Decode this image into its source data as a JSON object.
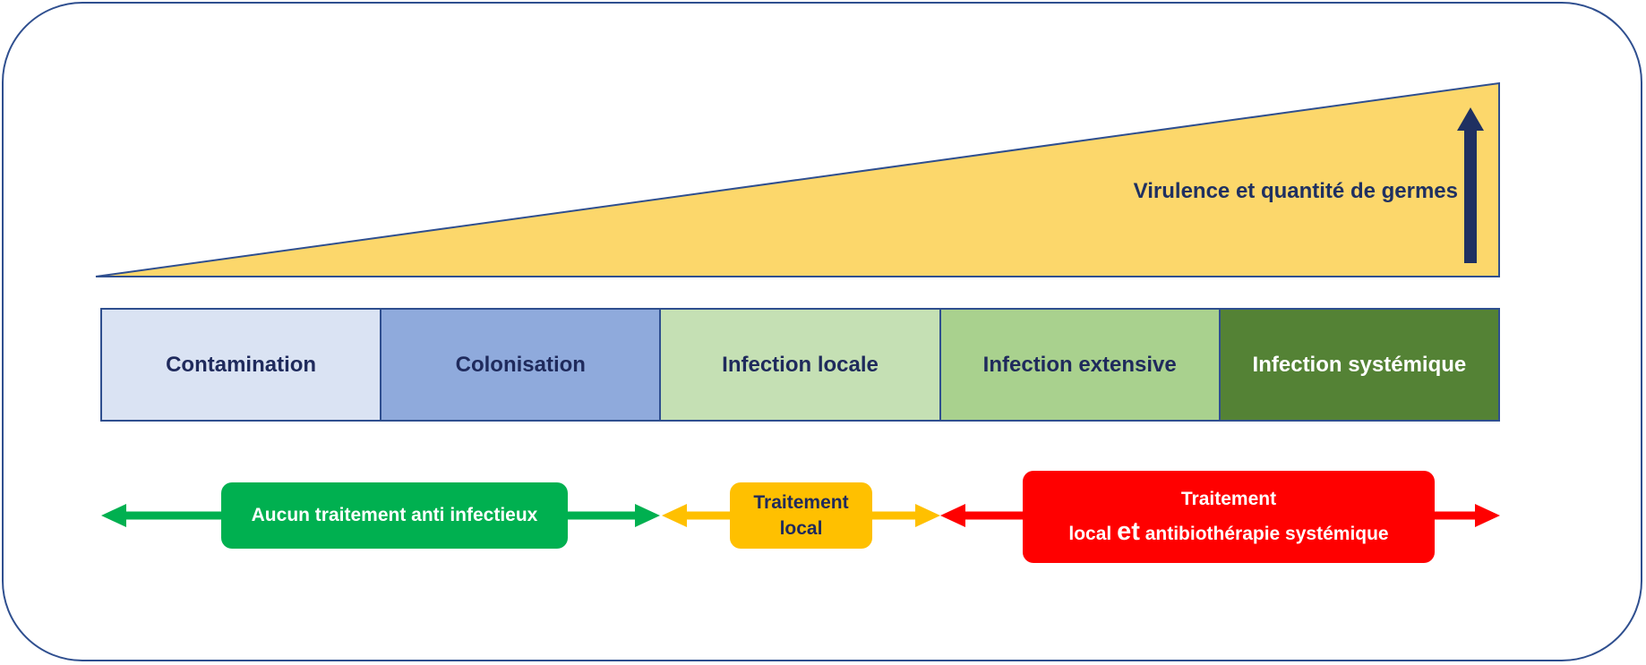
{
  "virulence": {
    "label": "Virulence et quantité de germes"
  },
  "stages": [
    {
      "label": "Contamination",
      "bg": "#dae3f3",
      "fg": "#1f2a5c"
    },
    {
      "label": "Colonisation",
      "bg": "#8faadc",
      "fg": "#1f2a5c"
    },
    {
      "label": "Infection locale",
      "bg": "#c5e0b4",
      "fg": "#1f2a5c"
    },
    {
      "label": "Infection extensive",
      "bg": "#a9d18e",
      "fg": "#1f2a5c"
    },
    {
      "label": "Infection systémique",
      "bg": "#548235",
      "fg": "#ffffff"
    }
  ],
  "treatments": {
    "none": {
      "label": "Aucun traitement anti infectieux",
      "color": "#00b050"
    },
    "local": {
      "line1": "Traitement",
      "line2": "local",
      "color": "#ffc000"
    },
    "systemic": {
      "line1": "Traitement",
      "line2_a": "local ",
      "line2_b": "et",
      "line2_c": " antibiothérapie systémique",
      "color": "#ff0000"
    }
  },
  "colors": {
    "wedge": "#fcd76b",
    "border": "#2f4f8f",
    "arrow_up": "#1f3061"
  }
}
